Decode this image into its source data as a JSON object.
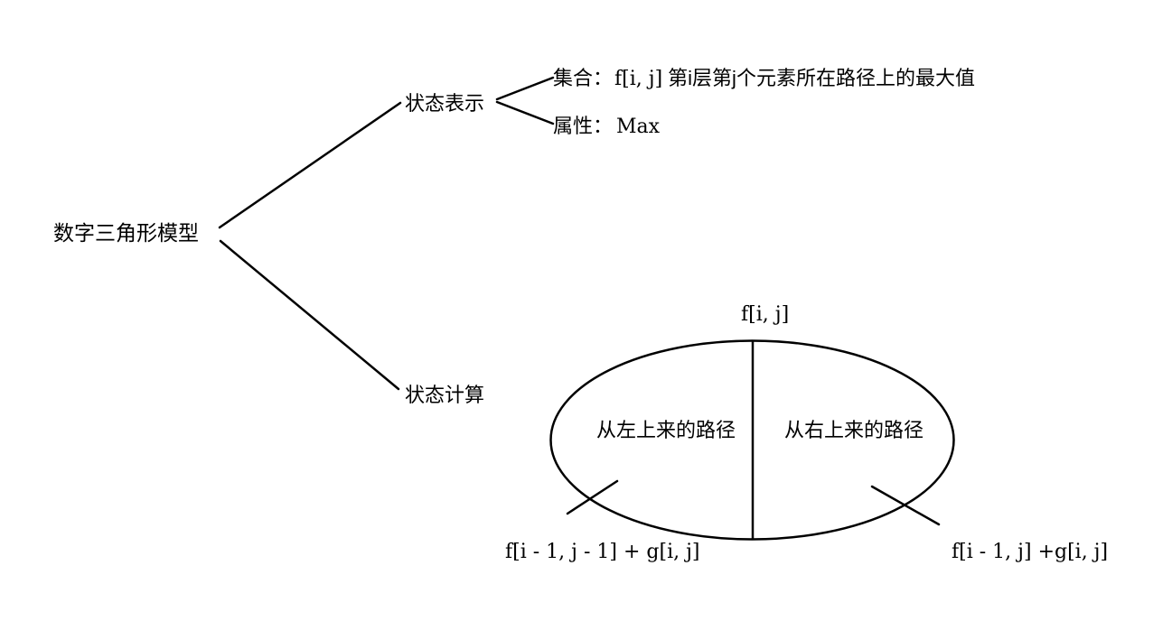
{
  "mindmap": {
    "root": "数字三角形模型",
    "branches": {
      "state_representation": {
        "label": "状态表示",
        "children": {
          "set": {
            "prefix": "集合：",
            "formula": "f[i, j]",
            "description": "第i层第j个元素所在路径上的最大值"
          },
          "attribute": {
            "prefix": "属性：",
            "value": "Max"
          }
        }
      },
      "state_calculation": {
        "label": "状态计算"
      }
    },
    "ellipse_diagram": {
      "top_label": "f[i, j]",
      "left_region": "从左上来的路径",
      "right_region": "从右上来的路径",
      "left_formula": "f[i - 1, j - 1] + g[i, j]",
      "right_formula": "f[i - 1, j] +g[i, j]"
    },
    "colors": {
      "line": "#000000",
      "text": "#000000",
      "background": "#ffffff"
    }
  }
}
